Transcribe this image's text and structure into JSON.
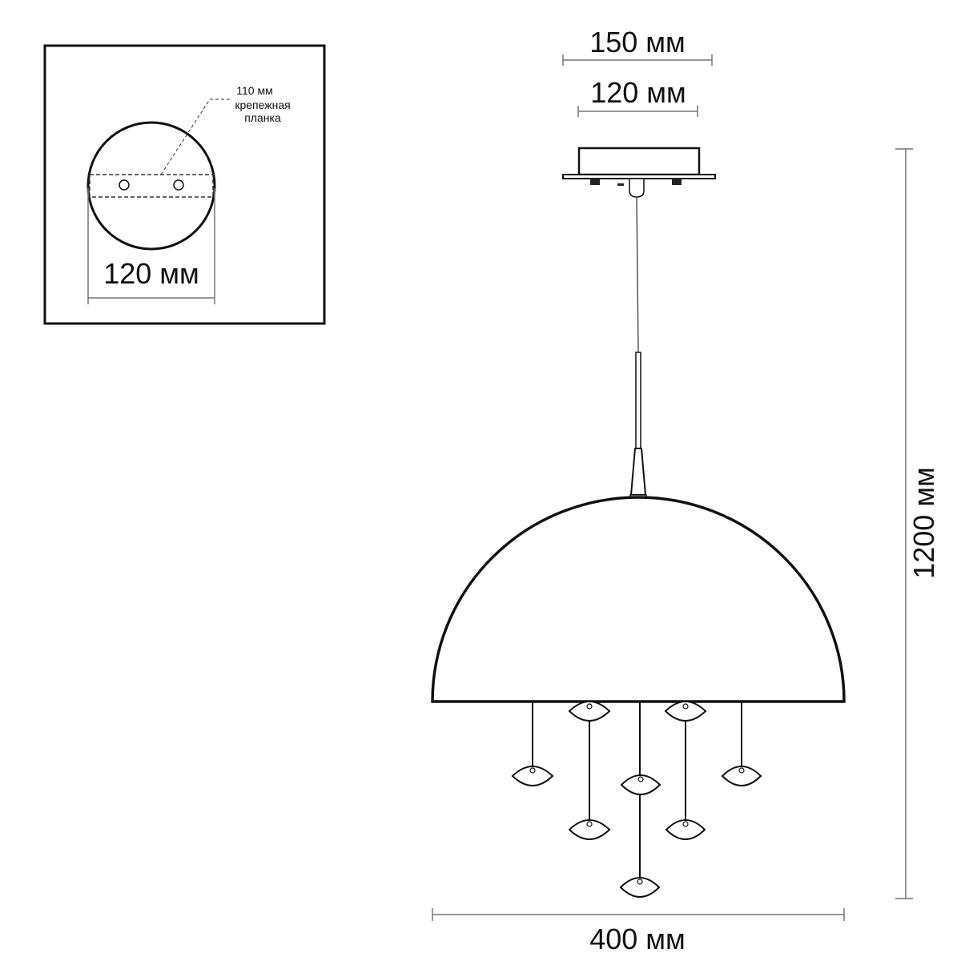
{
  "inset": {
    "mounting_note_line1": "110 мм",
    "mounting_note_line2": "крепежная",
    "mounting_note_line3": "планка",
    "canopy_width": "120 мм"
  },
  "dimensions": {
    "canopy_outer_width": "150 мм",
    "canopy_inner_width": "120 мм",
    "total_height": "1200 мм",
    "shade_diameter": "400 мм"
  },
  "colors": {
    "line": "#111111",
    "dimension_line": "#777777",
    "background": "#ffffff"
  }
}
